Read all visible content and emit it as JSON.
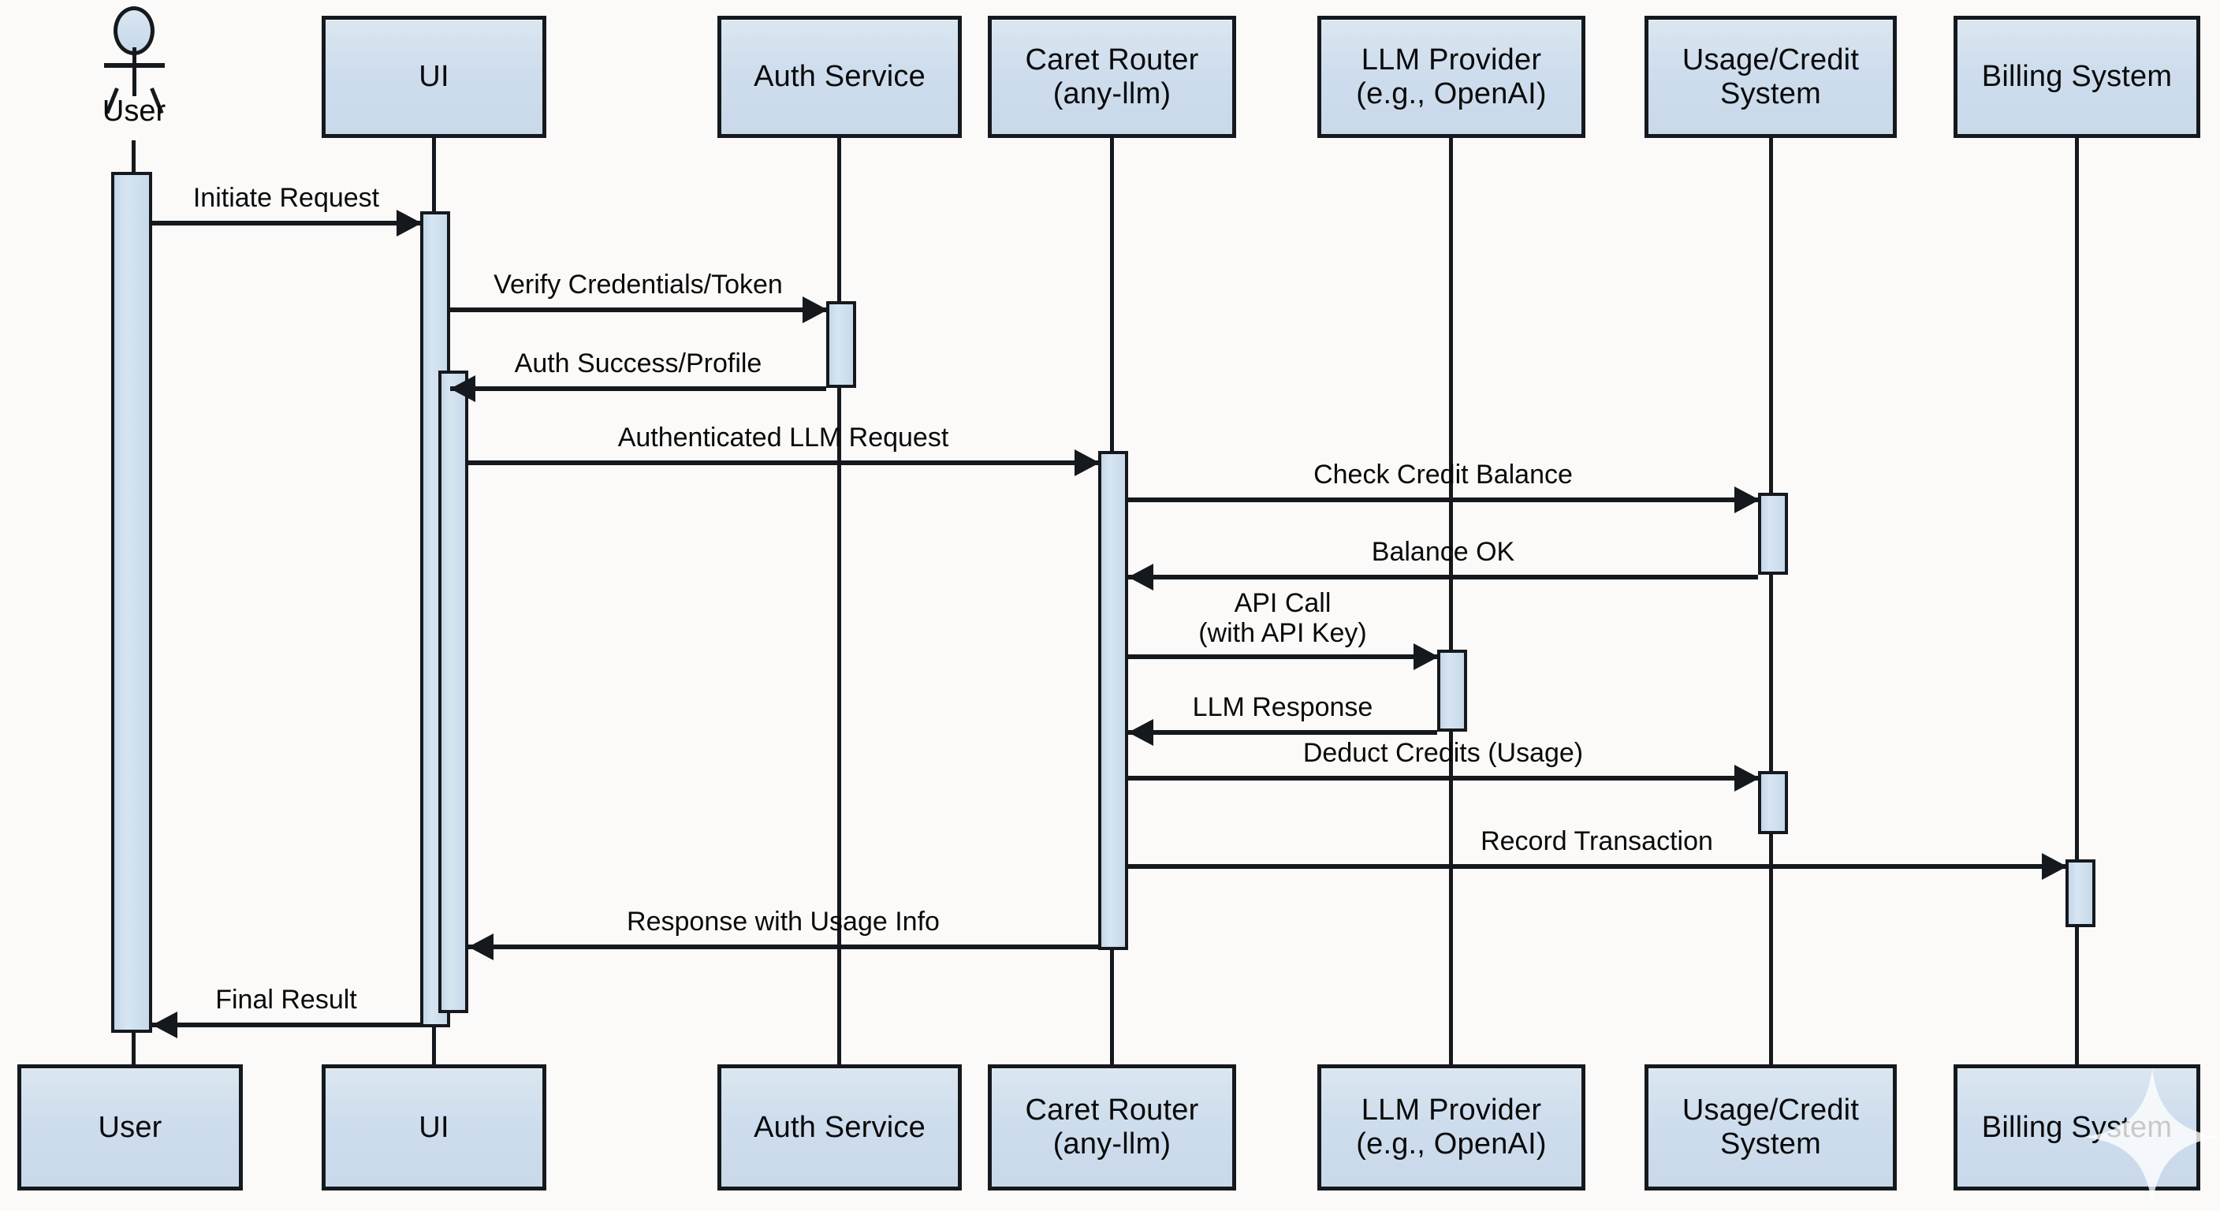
{
  "diagram": {
    "type": "uml-sequence-diagram",
    "title": "Caret Router LLM request sequence",
    "background_color": "#fbfaf8",
    "box_fill_color": "#cedded",
    "line_color": "#15191d",
    "activation_fill_color": "#cfe0ee"
  },
  "participants": [
    {
      "id": "user",
      "label": "User",
      "kind": "actor"
    },
    {
      "id": "ui",
      "label": "UI",
      "kind": "object"
    },
    {
      "id": "auth",
      "label": "Auth Service",
      "kind": "object"
    },
    {
      "id": "router",
      "label": "Caret Router\n(any-llm)",
      "kind": "object"
    },
    {
      "id": "llm",
      "label": "LLM Provider\n(e.g., OpenAI)",
      "kind": "object"
    },
    {
      "id": "usage",
      "label": "Usage/Credit\nSystem",
      "kind": "object"
    },
    {
      "id": "billing",
      "label": "Billing System",
      "kind": "object"
    }
  ],
  "messages": [
    {
      "n": 1,
      "from": "user",
      "to": "ui",
      "label": "Initiate Request",
      "direction": "right",
      "kind": "call"
    },
    {
      "n": 2,
      "from": "ui",
      "to": "auth",
      "label": "Verify Credentials/Token",
      "direction": "right",
      "kind": "call"
    },
    {
      "n": 3,
      "from": "auth",
      "to": "ui",
      "label": "Auth Success/Profile",
      "direction": "left",
      "kind": "return"
    },
    {
      "n": 4,
      "from": "ui",
      "to": "router",
      "label": "Authenticated LLM Request",
      "direction": "right",
      "kind": "call"
    },
    {
      "n": 5,
      "from": "router",
      "to": "usage",
      "label": "Check Credit Balance",
      "direction": "right",
      "kind": "call"
    },
    {
      "n": 6,
      "from": "usage",
      "to": "router",
      "label": "Balance OK",
      "direction": "left",
      "kind": "return"
    },
    {
      "n": 7,
      "from": "router",
      "to": "llm",
      "label": "API Call\n(with API Key)",
      "direction": "right",
      "kind": "call"
    },
    {
      "n": 8,
      "from": "llm",
      "to": "router",
      "label": "LLM Response",
      "direction": "left",
      "kind": "return"
    },
    {
      "n": 9,
      "from": "router",
      "to": "usage",
      "label": "Deduct Credits (Usage)",
      "direction": "right",
      "kind": "call"
    },
    {
      "n": 10,
      "from": "router",
      "to": "billing",
      "label": "Record Transaction",
      "direction": "right",
      "kind": "call"
    },
    {
      "n": 11,
      "from": "router",
      "to": "ui",
      "label": "Response with Usage Info",
      "direction": "left",
      "kind": "return"
    },
    {
      "n": 12,
      "from": "ui",
      "to": "user",
      "label": "Final Result",
      "direction": "left",
      "kind": "return"
    }
  ],
  "footer_participants": [
    {
      "id": "user",
      "label": "User"
    },
    {
      "id": "ui",
      "label": "UI"
    },
    {
      "id": "auth",
      "label": "Auth Service"
    },
    {
      "id": "router",
      "label": "Caret Router\n(any-llm)"
    },
    {
      "id": "llm",
      "label": "LLM Provider\n(e.g., OpenAI)"
    },
    {
      "id": "usage",
      "label": "Usage/Credit\nSystem"
    },
    {
      "id": "billing",
      "label": "Billing System"
    }
  ],
  "watermark": {
    "name": "sparkle-icon",
    "visible": true
  }
}
